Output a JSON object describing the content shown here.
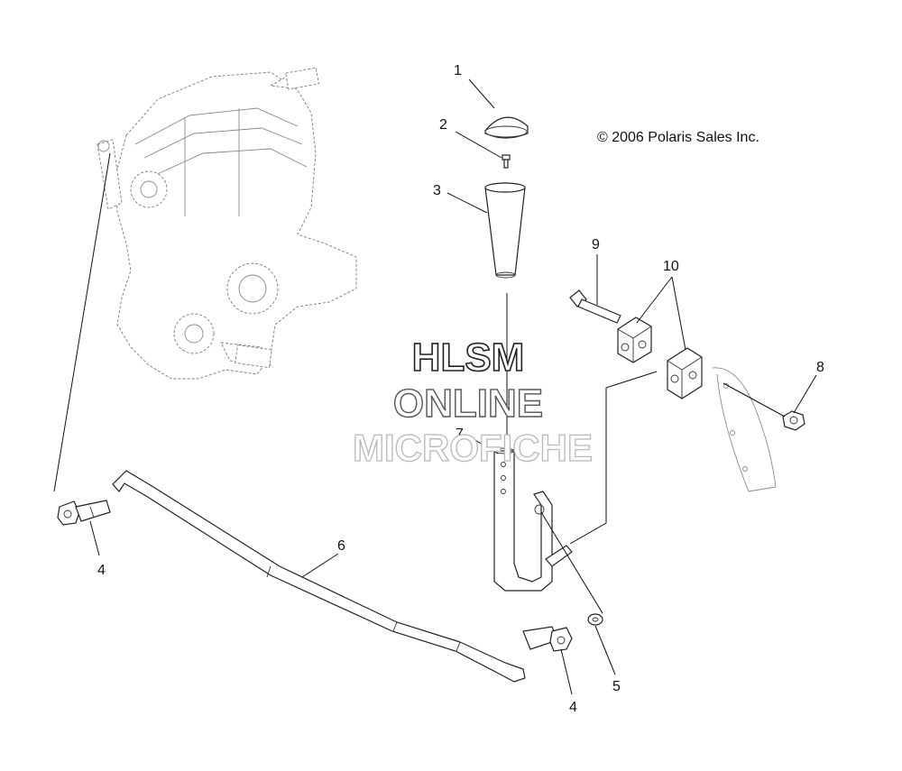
{
  "copyright": "© 2006 Polaris Sales Inc.",
  "watermark": {
    "line1": "HLSM",
    "line2": "ONLINE",
    "line3": "MICROFICHE"
  },
  "callouts": {
    "c1": "1",
    "c2": "2",
    "c3": "3",
    "c4a": "4",
    "c4b": "4",
    "c5": "5",
    "c6": "6",
    "c7": "7",
    "c8": "8",
    "c9": "9",
    "c10": "10"
  }
}
